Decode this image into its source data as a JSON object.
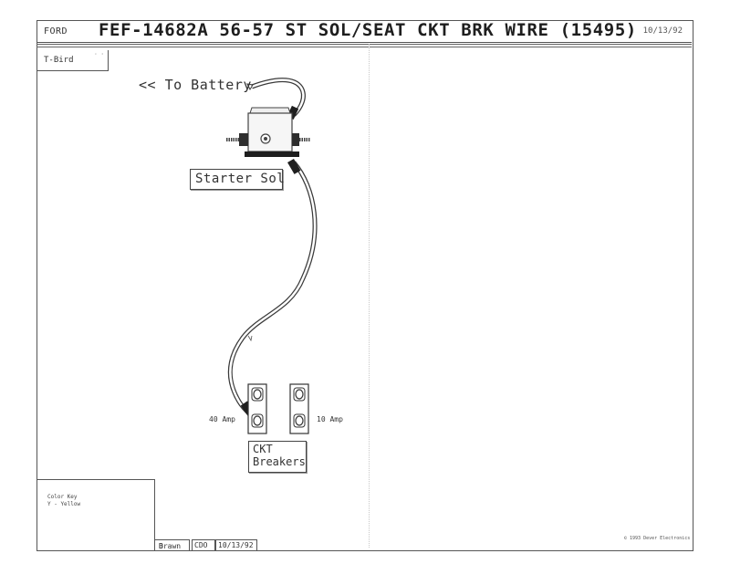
{
  "header": {
    "make": "FORD",
    "title": "FEF-14682A  56-57 ST SOL/SEAT CKT BRK WIRE (15495)",
    "date": "10/13/92"
  },
  "model": "T-Bird",
  "diagram": {
    "battery_label": "<< To Battery",
    "starter_label": "Starter Sol",
    "amp40_label": "40 Amp",
    "amp10_label": "10 Amp",
    "breakers_label_line1": "CKT",
    "breakers_label_line2": "Breakers"
  },
  "color_key": {
    "title": "Color Key",
    "items": [
      "Y - Yellow"
    ]
  },
  "footer": {
    "drawn_label": "Drawn",
    "drawn_mark": "B",
    "initials": "CDO",
    "date": "10/13/92",
    "copyright": "© 1993 Dever Electronics"
  }
}
